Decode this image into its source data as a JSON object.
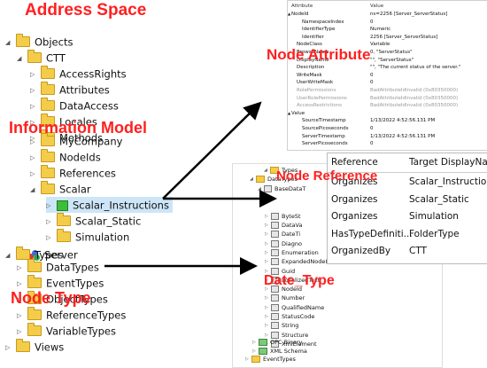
{
  "annotations": {
    "address_space": "Address Space",
    "node_attribute": "Node Attribute",
    "information_model": "Information Model",
    "node_reference": "Node Reference",
    "node_type": "Node Type",
    "date_type": "Date_Type"
  },
  "colors": {
    "annotation": "#ff2020",
    "selection": "#cde6f7",
    "folder": "#f3cd4a",
    "variable": "#3cbd3c"
  },
  "tree": {
    "objects": "Objects",
    "ctt": "CTT",
    "access_rights": "AccessRights",
    "attributes": "Attributes",
    "data_access": "DataAccess",
    "locales": "Locales",
    "methods": "Methods",
    "my_company": "MyCompany",
    "node_ids": "NodeIds",
    "references": "References",
    "scalar": "Scalar",
    "scalar_instructions": "Scalar_Instructions",
    "scalar_static": "Scalar_Static",
    "simulation": "Simulation",
    "server": "Server",
    "types": "Types",
    "data_types": "DataTypes",
    "event_types": "EventTypes",
    "object_types": "ObjectTypes",
    "reference_types": "ReferenceTypes",
    "variable_types": "VariableTypes",
    "views": "Views"
  },
  "attributes_panel": {
    "header_attribute": "Attribute",
    "header_value": "Value",
    "rows": [
      {
        "k": "NodeId",
        "v": "ns=2256 [Server_ServerStatus]",
        "indent": 0,
        "twist": "▲",
        "grey": false
      },
      {
        "k": "NamespaceIndex",
        "v": "0",
        "indent": 2,
        "twist": "",
        "grey": false
      },
      {
        "k": "IdentifierType",
        "v": "Numeric",
        "indent": 2,
        "twist": "",
        "grey": false
      },
      {
        "k": "Identifier",
        "v": "2256 [Server_ServerStatus]",
        "indent": 2,
        "twist": "",
        "grey": false
      },
      {
        "k": "NodeClass",
        "v": "Variable",
        "indent": 1,
        "twist": "",
        "grey": false
      },
      {
        "k": "BrowseName",
        "v": "0, \"ServerStatus\"",
        "indent": 1,
        "twist": "",
        "grey": false
      },
      {
        "k": "DisplayName",
        "v": "\"\", \"ServerStatus\"",
        "indent": 1,
        "twist": "",
        "grey": false
      },
      {
        "k": "Description",
        "v": "\"\", \"The current status of the server.\"",
        "indent": 1,
        "twist": "",
        "grey": false
      },
      {
        "k": "WriteMask",
        "v": "0",
        "indent": 1,
        "twist": "",
        "grey": false
      },
      {
        "k": "UserWriteMask",
        "v": "0",
        "indent": 1,
        "twist": "",
        "grey": false
      },
      {
        "k": "RolePermissions",
        "v": "BadAttributeIdInvalid (0x80350000)",
        "indent": 1,
        "twist": "",
        "grey": true
      },
      {
        "k": "UserRolePermissions",
        "v": "BadAttributeIdInvalid (0x80350000)",
        "indent": 1,
        "twist": "",
        "grey": true
      },
      {
        "k": "AccessRestrictions",
        "v": "BadAttributeIdInvalid (0x80350000)",
        "indent": 1,
        "twist": "",
        "grey": true
      },
      {
        "k": "Value",
        "v": "",
        "indent": 0,
        "twist": "▲",
        "grey": false
      },
      {
        "k": "SourceTimestamp",
        "v": "1/13/2022 4:52:56.131 PM",
        "indent": 2,
        "twist": "",
        "grey": false
      },
      {
        "k": "SourcePicoseconds",
        "v": "0",
        "indent": 2,
        "twist": "",
        "grey": false
      },
      {
        "k": "ServerTimestamp",
        "v": "1/13/2022 4:52:56.131 PM",
        "indent": 2,
        "twist": "",
        "grey": false
      },
      {
        "k": "ServerPicoseconds",
        "v": "0",
        "indent": 2,
        "twist": "",
        "grey": false
      }
    ]
  },
  "reference_table": {
    "header_reference": "Reference",
    "header_target": "Target DisplayName",
    "rows": [
      {
        "ref": "Organizes",
        "target": "Scalar_Instructions"
      },
      {
        "ref": "Organizes",
        "target": "Scalar_Static"
      },
      {
        "ref": "Organizes",
        "target": "Simulation"
      },
      {
        "ref": "HasTypeDefiniti...",
        "target": "FolderType"
      },
      {
        "ref": "OrganizedBy",
        "target": "CTT"
      }
    ]
  },
  "datatypes_panel": {
    "types": "Types",
    "data_types": "DataTypes",
    "base_data_type": "BaseDataT",
    "byte_string": "ByteSt",
    "data_value": "DataVa",
    "date_time": "DateTi",
    "diagnostic": "Diagno",
    "enumeration": "Enumeration",
    "expanded_node_id": "ExpandedNodeId",
    "guid": "Guid",
    "localized_text": "LocalizedText",
    "node_id": "NodeId",
    "number": "Number",
    "qualified_name": "QualifiedName",
    "status_code": "StatusCode",
    "string": "String",
    "structure": "Structure",
    "xml_element": "XmlElement",
    "opc_binary": "OPC Binary",
    "xml_schema": "XML Schema",
    "event_types": "EventTypes"
  }
}
